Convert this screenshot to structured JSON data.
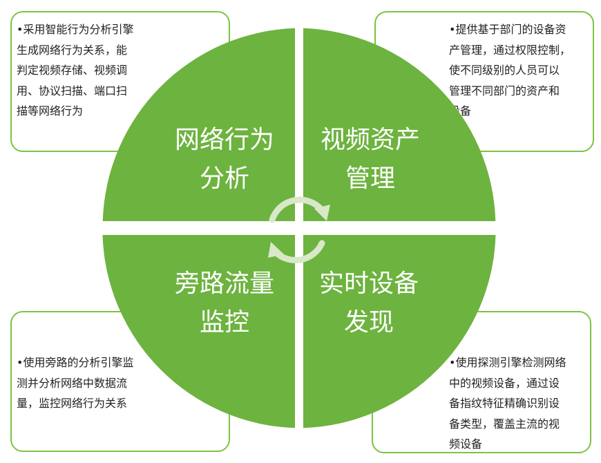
{
  "colors": {
    "accent": "#6db33f",
    "card_border": "#7cc242",
    "arrow": "#d9e8c8"
  },
  "quadrants": {
    "top_left": {
      "label": "网络行为\n分析",
      "description": "•采用智能行为分析引擎\n生成网络行为关系，能\n判定视频存储、视频调\n用、协议扫描、端口扫\n描等网络行为"
    },
    "top_right": {
      "label": "视频资产\n管理",
      "description": "•提供基于部门的设备资\n产管理，通过权限控制，\n使不同级别的人员可以\n管理不同部门的资产和\n设备"
    },
    "bottom_left": {
      "label": "旁路流量\n监控",
      "description": "•使用旁路的分析引擎监\n测并分析网络中数据流\n量，监控网络行为关系"
    },
    "bottom_right": {
      "label": "实时设备\n发现",
      "description": "•使用探测引擎检测网络\n中的视频设备，通过设\n备指纹特征精确识别设\n备类型，覆盖主流的视\n频设备"
    }
  },
  "icons": {
    "center": "cycle-arrows-icon"
  }
}
